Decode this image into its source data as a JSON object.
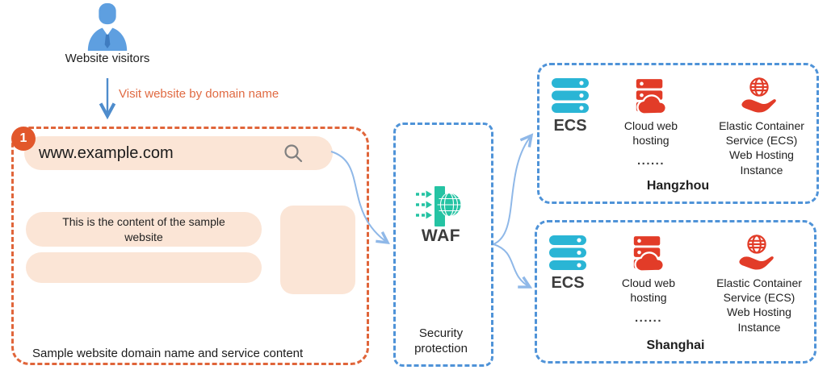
{
  "colors": {
    "accent_orange": "#e0653a",
    "badge_orange": "#e2572b",
    "peach_fill": "#fbe5d6",
    "blue_dash": "#4f93d8",
    "arrow_blue": "#4e8ccc",
    "arrow_light_blue": "#8fb8e8",
    "waf_teal": "#25c3a3",
    "ecs_cyan": "#2ab5d5",
    "icon_red": "#e23c28",
    "orange_text": "#e06a42"
  },
  "visitors": {
    "label": "Website visitors"
  },
  "flow": {
    "visit_label": "Visit website by domain name"
  },
  "sample_site": {
    "step_badge": "1",
    "url": "www.example.com",
    "content_text": "This is the content of the sample website",
    "caption": "Sample website domain name and service content"
  },
  "waf": {
    "title": "WAF",
    "caption": "Security protection"
  },
  "regions": [
    {
      "name": "Hangzhou",
      "ellipsis": "......",
      "items": [
        {
          "label": "ECS"
        },
        {
          "label": "Cloud web hosting"
        },
        {
          "label": "Elastic Container Service (ECS) Web Hosting Instance"
        }
      ]
    },
    {
      "name": "Shanghai",
      "ellipsis": "......",
      "items": [
        {
          "label": "ECS"
        },
        {
          "label": "Cloud web hosting"
        },
        {
          "label": "Elastic Container Service (ECS) Web Hosting Instance"
        }
      ]
    }
  ]
}
